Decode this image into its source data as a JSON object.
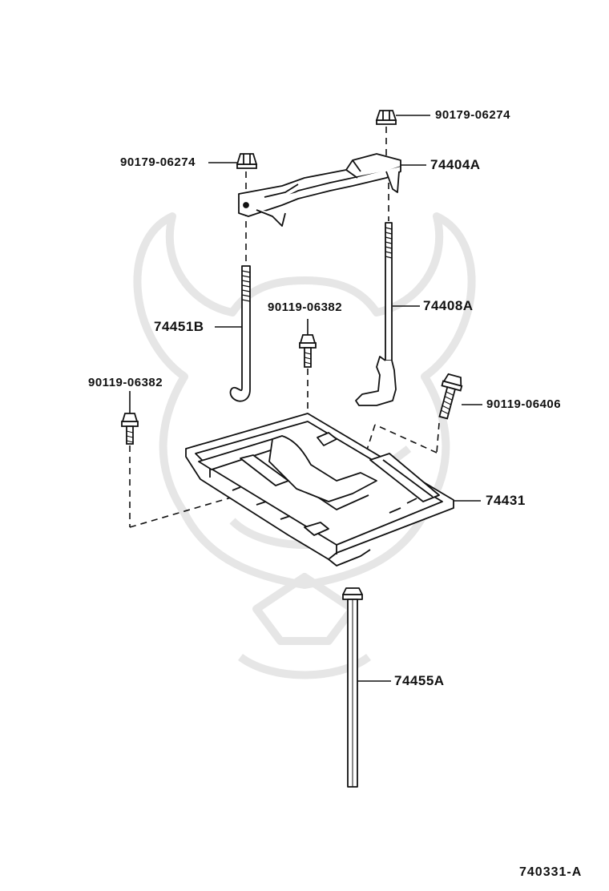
{
  "labels": {
    "nut_top_right": "90179-06274",
    "nut_top_left": "90179-06274",
    "clamp": "74404A",
    "bolt_mid": "90119-06382",
    "rod_right": "74408A",
    "rod_left": "74451B",
    "bolt_left": "90119-06382",
    "bolt_right": "90119-06406",
    "tray": "74431",
    "rod_bottom": "74455A"
  },
  "figure_number": "740331-A",
  "colors": {
    "ink": "#111111",
    "watermark": "#e6e6e6",
    "background": "#ffffff"
  }
}
